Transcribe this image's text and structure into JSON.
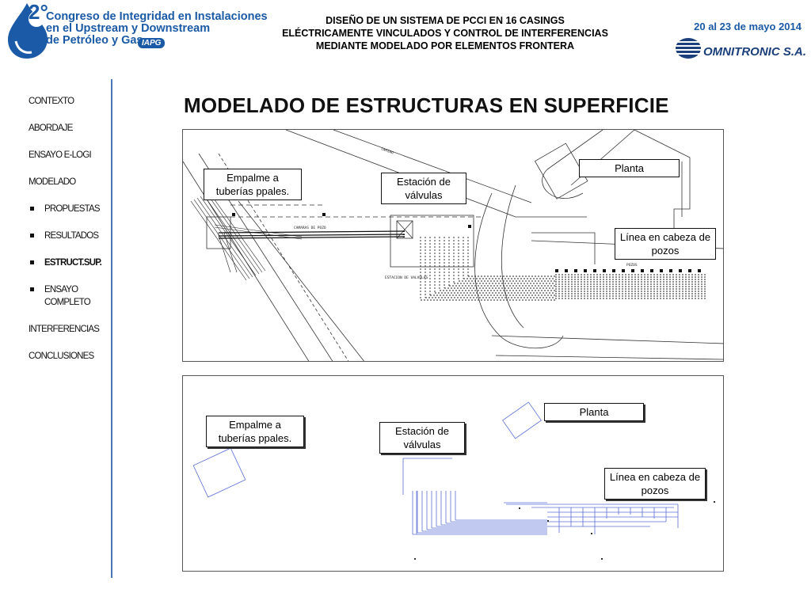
{
  "header": {
    "congress_number": "2°",
    "congress_lines": [
      "Congreso de Integridad en Instalaciones",
      "en el Upstream y Downstream",
      "de Petróleo y Gas"
    ],
    "iapg_badge": "IAPG",
    "title_lines": [
      "DISEÑO DE UN SISTEMA DE PCCI EN 16 CASINGS",
      "ELÉCTRICAMENTE VINCULADOS Y CONTROL DE INTERFERENCIAS",
      "MEDIANTE MODELADO POR ELEMENTOS FRONTERA"
    ],
    "date": "20 al 23 de mayo 2014",
    "company": "OMNITRONIC S.A."
  },
  "colors": {
    "brand_blue": "#1a5aa6",
    "divider_blue": "#4a76b8",
    "model_blue": "#5b6fd6"
  },
  "sidebar": {
    "items": [
      {
        "label": "CONTEXTO"
      },
      {
        "label": "ABORDAJE"
      },
      {
        "label": "ENSAYO E-LOGI"
      },
      {
        "label": "MODELADO"
      },
      {
        "label": "PROPUESTAS"
      },
      {
        "label": "RESULTADOS"
      },
      {
        "label": "ESTRUCT.SUP."
      },
      {
        "label": "ENSAYO COMPLETO"
      },
      {
        "label": "INTERFERENCIAS"
      },
      {
        "label": "CONCLUSIONES"
      }
    ],
    "active": "ESTRUCT.SUP."
  },
  "slide_title": "MODELADO DE ESTRUCTURAS EN SUPERFICIE",
  "panel1": {
    "callouts": {
      "empalme": "Empalme a tuberías ppales.",
      "estacion": "Estación de válvulas",
      "planta": "Planta",
      "linea": "Línea en cabeza de pozos"
    },
    "drawing_labels": {
      "camaras": "CAMARAS DE POZO",
      "estacion": "ESTACION DE VALVULAS",
      "camino": "CAMINO",
      "pozos": "POZOS"
    }
  },
  "panel2": {
    "callouts": {
      "empalme": "Empalme a tuberías ppales.",
      "estacion": "Estación de válvulas",
      "planta": "Planta",
      "linea": "Línea en cabeza de pozos"
    }
  }
}
